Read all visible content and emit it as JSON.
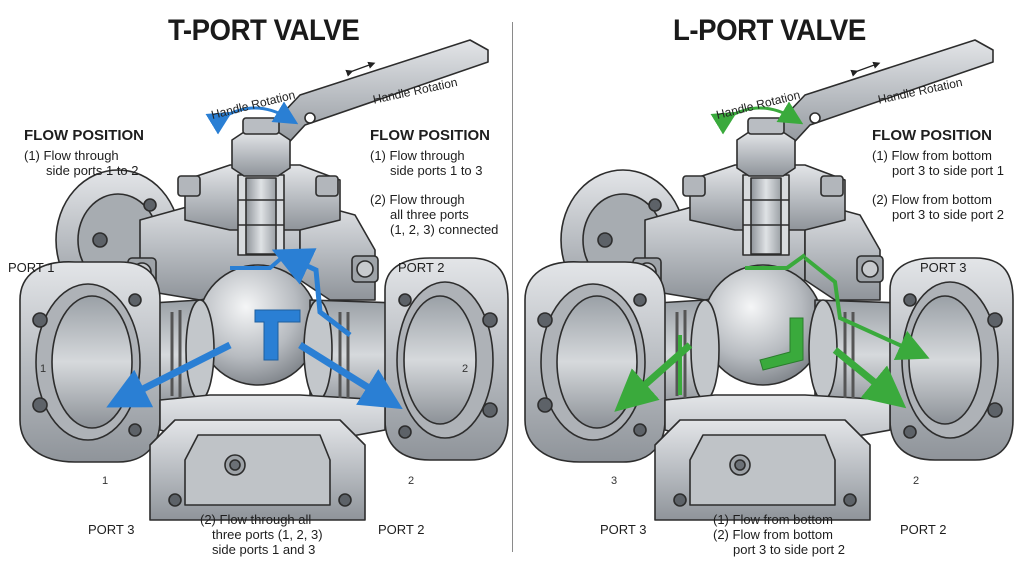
{
  "titles": {
    "t_port": "T-PORT VALVE",
    "l_port": "L-PORT VALVE"
  },
  "colors": {
    "t_flow": "#2a7fd4",
    "l_flow": "#3aaa3c",
    "steel": "#b9bdc2",
    "steel_dark": "#7d8288",
    "outline": "#2d2d2d"
  },
  "t_valve": {
    "handle_rotation_curved": "Handle Rotation",
    "handle_rotation_lever": "Handle Rotation",
    "flow_position_left_heading": "FLOW POSITION",
    "flow_position_left_line1": "(1) Flow through",
    "flow_position_left_line2": "side ports 1 to 2",
    "flow_position_right_heading": "FLOW POSITION",
    "flow_position_right_line1": "(1) Flow through",
    "flow_position_right_line2": "side ports 1 to 3",
    "flow_position_right_line3": "(2) Flow through",
    "flow_position_right_line4": "all three ports",
    "flow_position_right_line5": "(1, 2, 3) connected",
    "port_left": "PORT 1",
    "port_right": "PORT 2",
    "port_bottom_left": "PORT 3",
    "port_bottom_right": "PORT 2",
    "bottom_note_line1": "(2) Flow through all",
    "bottom_note_line2": "three ports (1, 2, 3)",
    "bottom_note_line3": "side ports 1 and 3",
    "flange_numbers": [
      "1",
      "2",
      "1",
      "2"
    ]
  },
  "l_valve": {
    "handle_rotation_curved": "Handle Rotation",
    "handle_rotation_lever": "Handle Rotation",
    "flow_position_heading": "FLOW POSITION",
    "flow_position_line1": "(1) Flow from bottom",
    "flow_position_line2": "port 3 to side port 1",
    "flow_position_line3": "(2) Flow from bottom",
    "flow_position_line4": "port 3 to side port 2",
    "port_right": "PORT 3",
    "port_bottom_left": "PORT 3",
    "port_bottom_right": "PORT 2",
    "bottom_note_line1": "(1) Flow from bottom",
    "bottom_note_line2": "(2) Flow from bottom",
    "bottom_note_line3": "port 3 to side port 2",
    "flange_numbers": [
      "3",
      "2"
    ]
  }
}
